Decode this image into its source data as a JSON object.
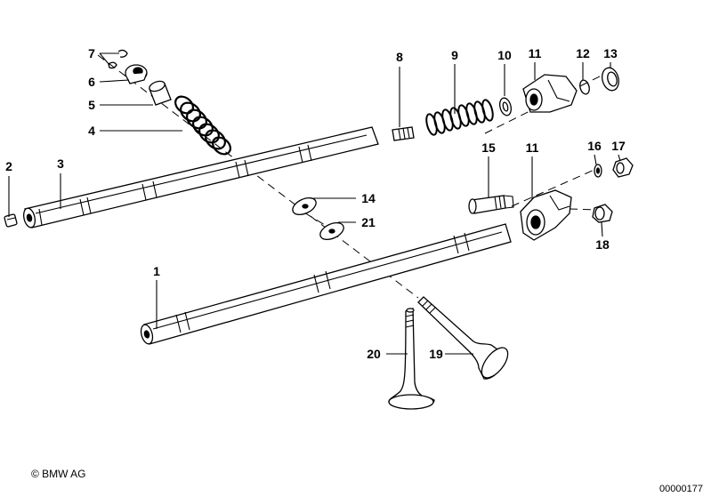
{
  "callouts": {
    "n1": "1",
    "n2": "2",
    "n3": "3",
    "n4": "4",
    "n5": "5",
    "n6": "6",
    "n7": "7",
    "n8": "8",
    "n9": "9",
    "n10": "10",
    "n11a": "11",
    "n11b": "11",
    "n12": "12",
    "n13": "13",
    "n14": "14",
    "n15": "15",
    "n16": "16",
    "n17": "17",
    "n18": "18",
    "n19": "19",
    "n20": "20",
    "n21": "21"
  },
  "footer": {
    "copyright": "© BMW AG",
    "diagram_id": "00000177"
  },
  "colors": {
    "line": "#000000",
    "background": "#ffffff"
  }
}
